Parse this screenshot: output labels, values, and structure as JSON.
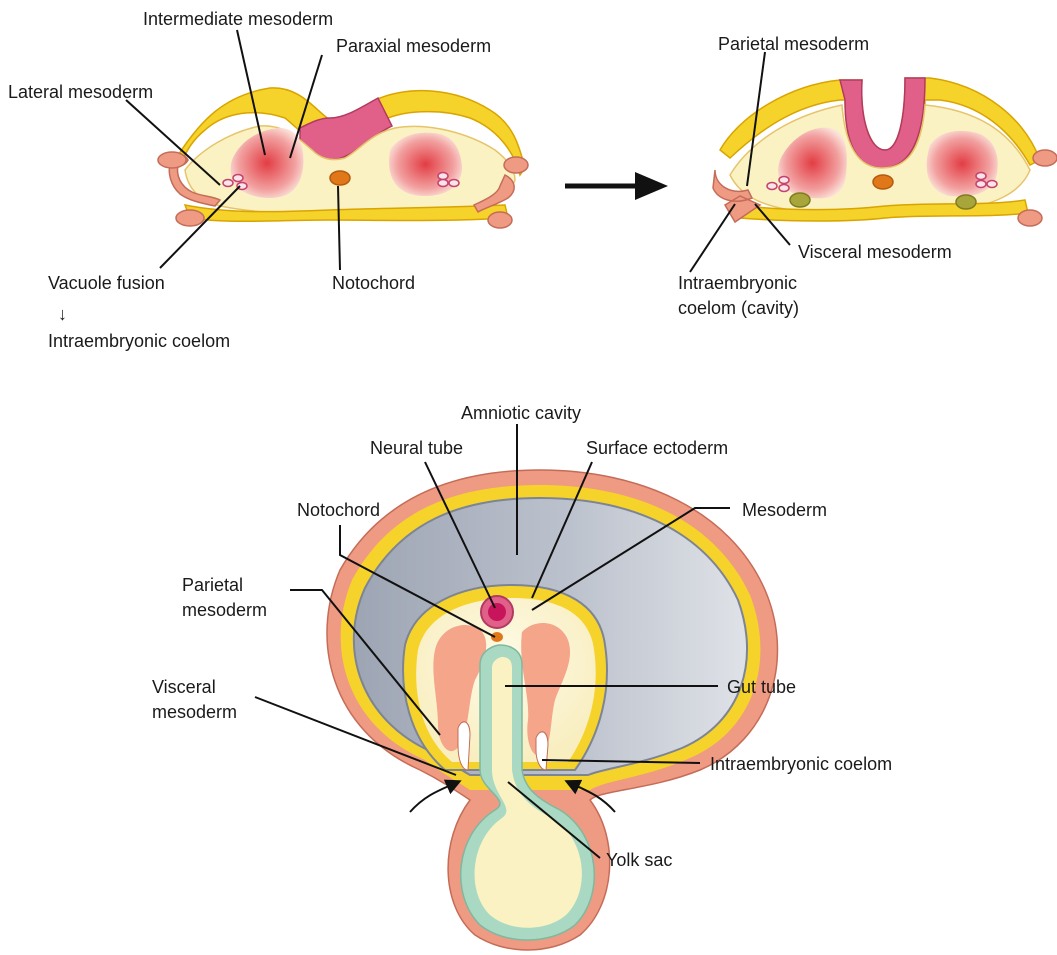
{
  "colors": {
    "ectoderm_yellow": "#f6d32a",
    "yolk_cream": "#fbf2c4",
    "mesoderm_red": "#e8585a",
    "mesoderm_light": "#f4b6a8",
    "neural_pink": "#e0608a",
    "notochord_orange": "#e0781a",
    "outer_salmon": "#ef9a83",
    "amnion_gray": "#a4abb9",
    "yolk_rim_teal": "#a9d9c2",
    "olive_spot": "#a8a53a",
    "neural_tube_magenta": "#c8145a"
  },
  "top_left": {
    "labels": {
      "intermediate_mesoderm": "Intermediate mesoderm",
      "paraxial_mesoderm": "Paraxial mesoderm",
      "lateral_mesoderm": "Lateral mesoderm",
      "notochord": "Notochord",
      "vacuole_fusion": "Vacuole fusion",
      "arrow_glyph": "↓",
      "intraembryonic_coelom": "Intraembryonic coelom"
    }
  },
  "top_right": {
    "labels": {
      "parietal_mesoderm": "Parietal mesoderm",
      "visceral_mesoderm": "Visceral mesoderm",
      "intraembryonic_coelom_line1": "Intraembryonic",
      "intraembryonic_coelom_line2": "coelom (cavity)"
    }
  },
  "bottom": {
    "labels": {
      "amniotic_cavity": "Amniotic cavity",
      "neural_tube": "Neural tube",
      "surface_ectoderm": "Surface ectoderm",
      "notochord": "Notochord",
      "mesoderm": "Mesoderm",
      "parietal_line1": "Parietal",
      "parietal_line2": "mesoderm",
      "visceral_line1": "Visceral",
      "visceral_line2": "mesoderm",
      "gut_tube": "Gut tube",
      "intraembryonic_coelom": "Intraembryonic coelom",
      "yolk_sac": "Yolk sac"
    }
  }
}
